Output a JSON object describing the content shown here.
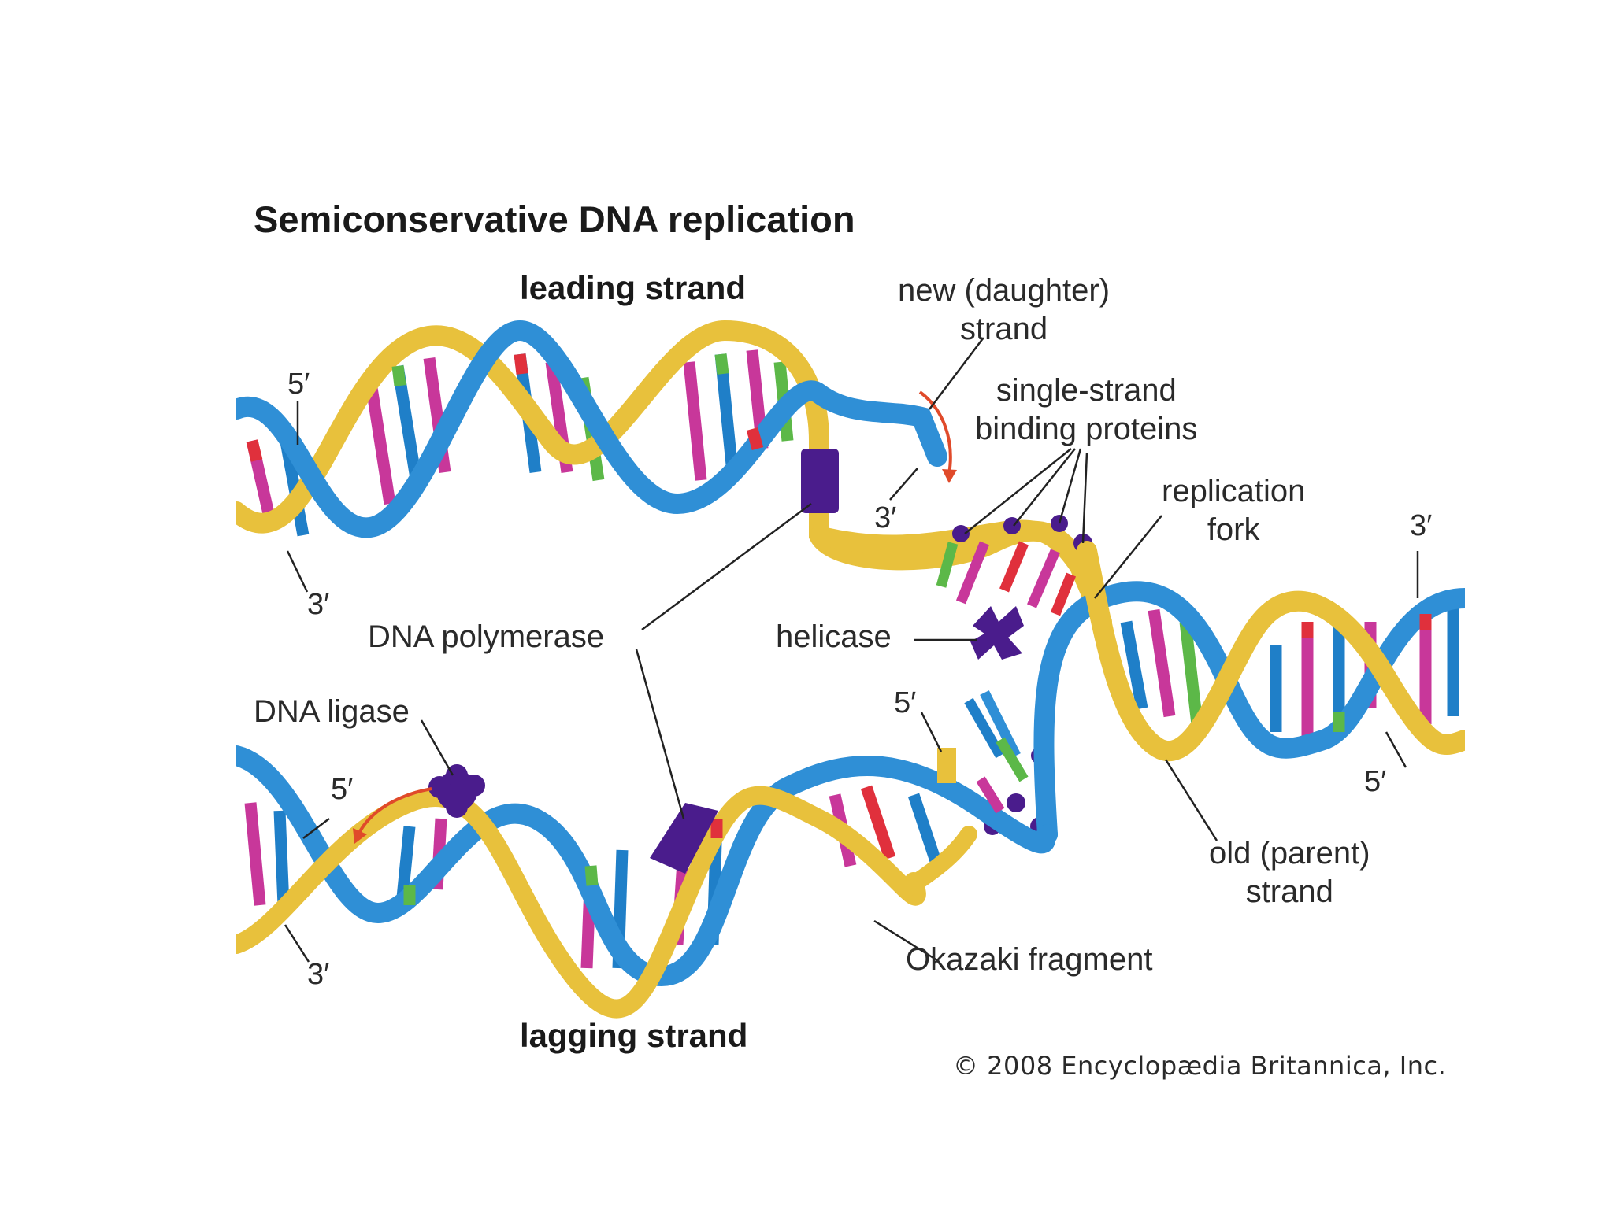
{
  "title": "Semiconservative DNA replication",
  "strands": {
    "leading": "leading strand",
    "lagging": "lagging strand"
  },
  "labels": {
    "new_strand": "new (daughter)\nstrand",
    "ssb": "single-strand\nbinding proteins",
    "replication_fork": "replication\nfork",
    "dna_polymerase": "DNA polymerase",
    "helicase": "helicase",
    "dna_ligase": "DNA ligase",
    "old_strand": "old (parent)\nstrand",
    "okazaki": "Okazaki fragment"
  },
  "ends": {
    "leading_5": "5′",
    "leading_3_left": "3′",
    "leading_3_tip": "3′",
    "parent_3": "3′",
    "parent_5": "5′",
    "lagging_5_left": "5′",
    "lagging_3_left": "3′",
    "lagging_5_mid": "5′"
  },
  "copyright": "© 2008 Encyclopædia Britannica, Inc.",
  "colors": {
    "blue_backbone": "#2f8fd6",
    "gold_backbone": "#e8c13c",
    "base_magenta": "#c8379a",
    "base_blue": "#1f7fc8",
    "base_green": "#5cb848",
    "base_red": "#e0303c",
    "enzyme_purple": "#4a1c8c",
    "arrow_red": "#e04a2a"
  }
}
